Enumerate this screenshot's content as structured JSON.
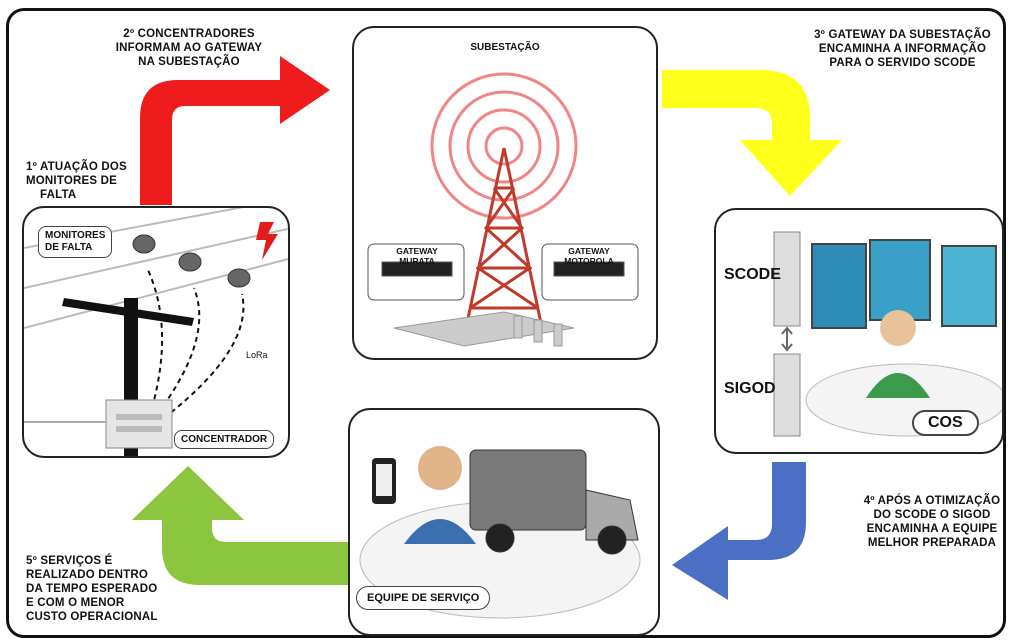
{
  "captions": {
    "step1": [
      "1º ATUAÇÃO DOS",
      "MONITORES DE",
      "FALTA"
    ],
    "step2": [
      "2º CONCENTRADORES",
      "INFORMAM AO GATEWAY",
      "NA SUBESTAÇÃO"
    ],
    "step3": [
      "3º GATEWAY DA SUBESTAÇÃO",
      "ENCAMINHA A INFORMAÇÃO",
      "PARA O SERVIDO SCODE"
    ],
    "step4": [
      "4º APÓS A OTIMIZAÇÃO",
      "DO SCODE O SIGOD",
      "ENCAMINHA A EQUIPE",
      "MELHOR PREPARADA"
    ],
    "step5": [
      "5º SERVIÇOS É",
      "REALIZADO DENTRO",
      "DA TEMPO ESPERADO",
      "E COM O MENOR",
      "CUSTO OPERACIONAL"
    ]
  },
  "field_panel": {
    "monitors_label": [
      "MONITORES",
      "DE FALTA"
    ],
    "lora_label": "LoRa",
    "concentrador_label": "CONCENTRADOR"
  },
  "substation_panel": {
    "title": "SUBESTAÇÃO",
    "gateway_left": [
      "GATEWAY",
      "MURATA"
    ],
    "gateway_right": [
      "GATEWAY",
      "MOTOROLA"
    ]
  },
  "cos_panel": {
    "scode_label": "SCODE",
    "sigod_label": "SIGOD",
    "cos_label": "COS"
  },
  "service_panel": {
    "team_label": "EQUIPE DE SERVIÇO"
  },
  "colors": {
    "arrow_red": "#ee1c1c",
    "arrow_yellow": "#ffff1a",
    "arrow_blue": "#4a6fc4",
    "arrow_green": "#8cc63f"
  }
}
